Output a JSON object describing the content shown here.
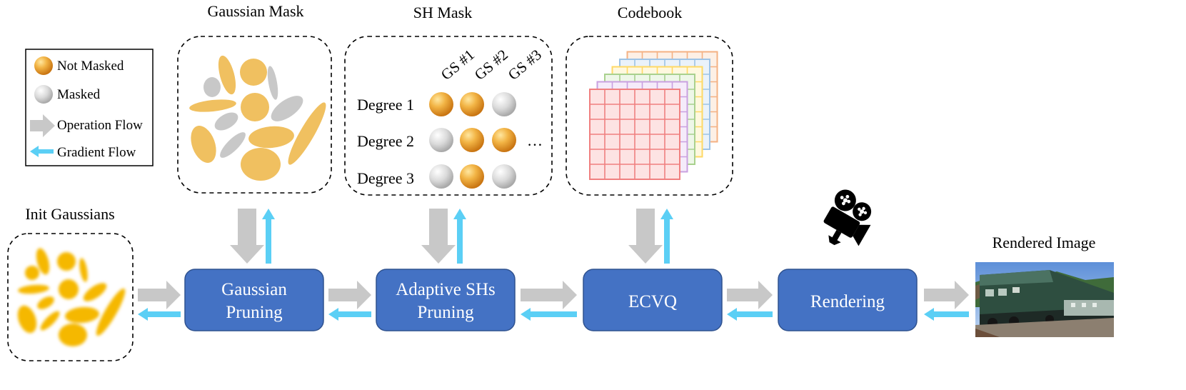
{
  "legend": {
    "not_masked": "Not Masked",
    "masked": "Masked",
    "operation_flow": "Operation Flow",
    "gradient_flow": "Gradient Flow"
  },
  "titles": {
    "gaussian_mask": "Gaussian Mask",
    "sh_mask": "SH Mask",
    "codebook": "Codebook",
    "init_gaussians": "Init Gaussians",
    "rendered_image": "Rendered Image"
  },
  "sh_mask": {
    "columns": [
      "GS #1",
      "GS #2",
      "GS #3"
    ],
    "rows": [
      {
        "label": "Degree 1",
        "mask": [
          false,
          false,
          true
        ]
      },
      {
        "label": "Degree 2",
        "mask": [
          true,
          false,
          false
        ]
      },
      {
        "label": "Degree 3",
        "mask": [
          true,
          false,
          true
        ]
      }
    ],
    "ellipsis": "…"
  },
  "pipeline": {
    "gaussian_pruning": [
      "Gaussian",
      "Pruning"
    ],
    "adaptive_sh_pruning": [
      "Adaptive SHs",
      "Pruning"
    ],
    "ecvq": "ECVQ",
    "rendering": "Rendering"
  },
  "colors": {
    "box_fill": "#4472C4",
    "box_stroke": "#2F528F",
    "gradient_arrow": "#5BCFF5",
    "operation_arrow": "#C8C8C8",
    "gaussian_fill": "#F0C060",
    "masked_gaussian": "#C8C8C8",
    "sphere_orange": "#E8A030"
  },
  "icons": {
    "camera": "movie-camera-icon",
    "rendered": "train-photo"
  }
}
